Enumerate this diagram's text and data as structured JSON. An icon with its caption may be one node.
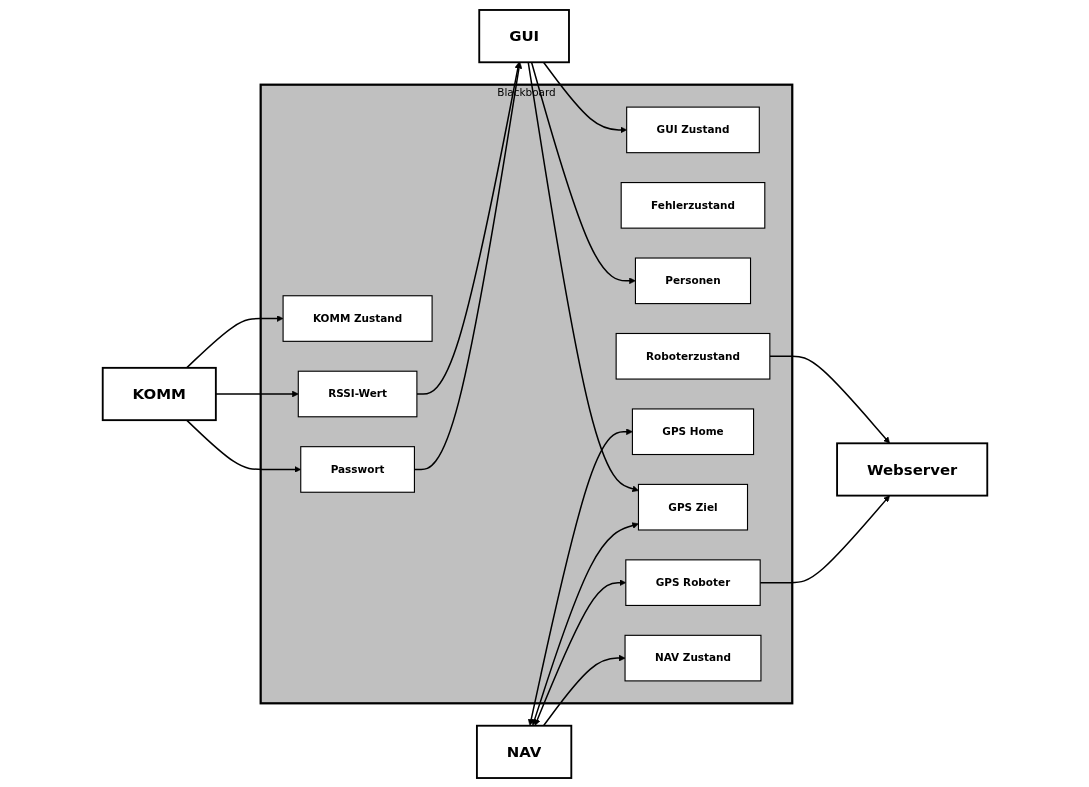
{
  "diagram": {
    "nodes": [
      {
        "text": [
          "Blackboard"
        ]
      },
      {
        "text": [
          "KOMM Zustand"
        ],
        "in": 0
      },
      {
        "text": [
          "GUI Zustand"
        ],
        "in": 0
      },
      {
        "text": [
          "RSSI-Wert"
        ],
        "in": 0
      },
      {
        "text": [
          "KOMM"
        ]
      },
      {
        "text": [
          "Passwort"
        ],
        "in": 0
      },
      {
        "text": [
          "GUI"
        ]
      },
      {
        "text": [
          "Fehlerzustand"
        ],
        "in": 0
      },
      {
        "text": [
          "Personen"
        ],
        "in": 0
      },
      {
        "text": [
          "Roboterzustand"
        ],
        "in": 0
      },
      {
        "text": [
          "GPS Home"
        ],
        "in": 0
      },
      {
        "text": [
          "GPS Ziel"
        ],
        "in": 0
      },
      {
        "text": [
          "Webserver"
        ]
      },
      {
        "text": [
          "GPS Roboter"
        ],
        "in": 0
      },
      {
        "text": [
          "NAV Zustand"
        ],
        "in": 0
      },
      {
        "text": [
          "NAV"
        ]
      }
    ],
    "edges": [
      {
        "from": 4,
        "to": 1,
        "arrow": "to"
      },
      {
        "from": 4,
        "to": 3,
        "arrow": "to"
      },
      {
        "from": 3,
        "to": 6,
        "arrow": "to"
      },
      {
        "from": 4,
        "to": 5,
        "arrow": "to"
      },
      {
        "from": 5,
        "to": 6,
        "arrow": "to"
      },
      {
        "from": 6,
        "to": 2,
        "arrow": "to"
      },
      {
        "from": 6,
        "to": 8,
        "arrow": "to"
      },
      {
        "from": 6,
        "to": 11,
        "arrow": "to"
      },
      {
        "from": 10,
        "to": 15,
        "arrow": "both"
      },
      {
        "from": 11,
        "to": 15,
        "arrow": "both"
      },
      {
        "from": 13,
        "to": 15,
        "arrow": "both"
      },
      {
        "from": 9,
        "to": 12,
        "arrow": "to"
      },
      {
        "from": 13,
        "to": 12,
        "arrow": "to"
      },
      {
        "from": 15,
        "to": 14,
        "arrow": "to"
      }
    ]
  }
}
